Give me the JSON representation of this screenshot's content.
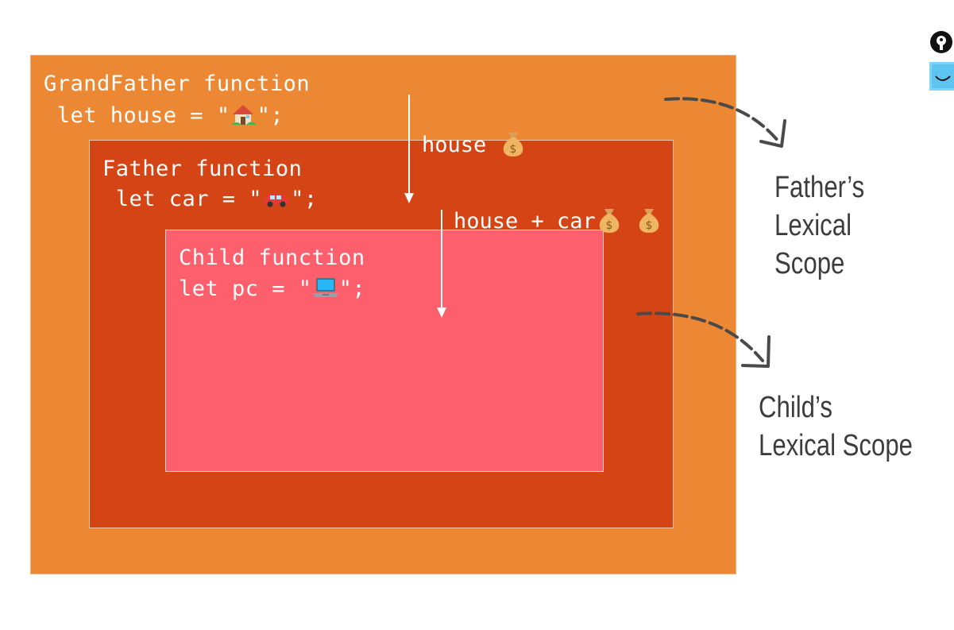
{
  "grandfather": {
    "title": "GrandFather function",
    "code_prefix": " let house = \"",
    "code_suffix": "\";"
  },
  "father": {
    "title": "Father function",
    "code_prefix": " let car = \"",
    "code_suffix": "\";"
  },
  "child": {
    "title": "Child function",
    "code_prefix": "let pc = \"",
    "code_suffix": "\";"
  },
  "notes": {
    "house": "house",
    "house_car": "house + car"
  },
  "side_labels": {
    "father_scope_line1": "Father’s",
    "father_scope_line2": "Lexical Scope",
    "child_scope_line1": "Child’s",
    "child_scope_line2": "Lexical Scope"
  },
  "colors": {
    "grandfather_box": "#ec8734",
    "father_box": "#d54415",
    "child_box": "#fe5f6c",
    "text": "#ffffff",
    "side_label": "#3d3d3d"
  },
  "icons": [
    "house-icon",
    "car-icon",
    "laptop-icon",
    "money-bag-icon",
    "pen-icon",
    "whiteboard-icon",
    "curved-arrow-icon",
    "down-arrow-icon"
  ]
}
